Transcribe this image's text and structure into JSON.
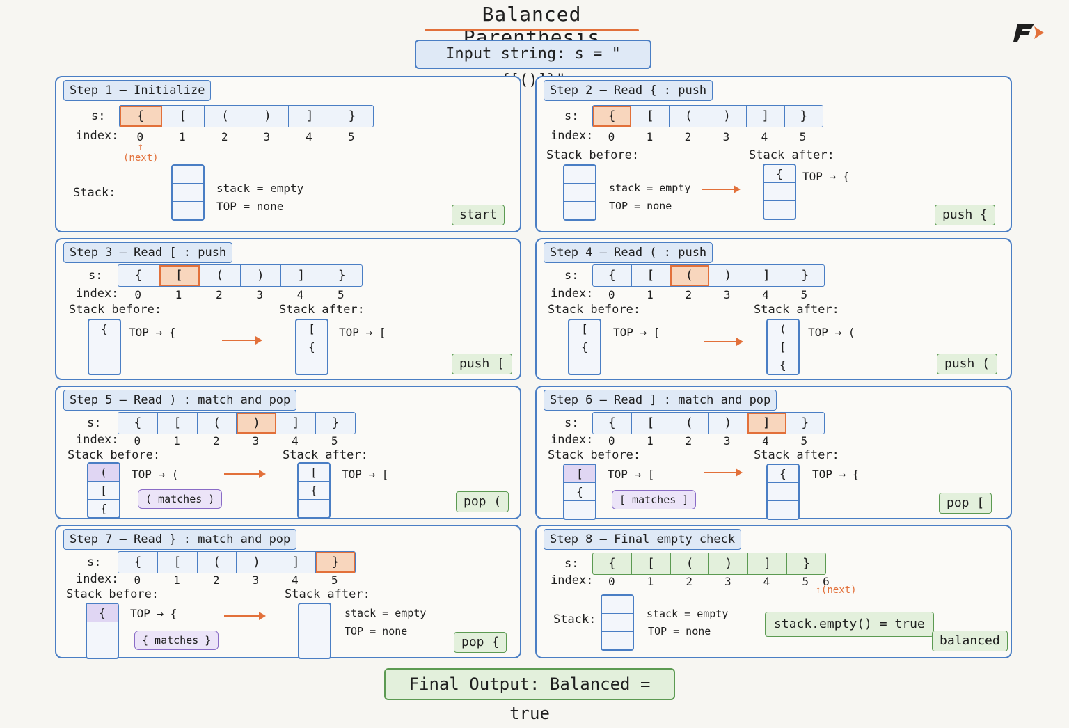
{
  "title": "Balanced Parenthesis",
  "input": "Input string: s = \"{[()]}\"",
  "final_output": "Final Output: Balanced = true",
  "string_chars": [
    "{",
    "[",
    "(",
    ")",
    "]",
    "}"
  ],
  "indices": [
    "0",
    "1",
    "2",
    "3",
    "4",
    "5"
  ],
  "labels": {
    "s": "s:",
    "index": "index:",
    "stack": "Stack:",
    "before": "Stack before:",
    "after": "Stack after:",
    "next": "(next)"
  },
  "steps": [
    {
      "title": "Step 1 — Initialize",
      "hl": 0,
      "badge": "start",
      "status": [
        "stack = empty",
        "TOP = none"
      ]
    },
    {
      "title": "Step 2 — Read { : push",
      "hl": 0,
      "badge": "push {",
      "before_status": [
        "stack = empty",
        "TOP = none"
      ],
      "after": [
        "{"
      ],
      "after_top": "TOP → {"
    },
    {
      "title": "Step 3 — Read [ : push",
      "hl": 1,
      "badge": "push [",
      "before": [
        "{"
      ],
      "before_top": "TOP → {",
      "after": [
        "[",
        "{"
      ],
      "after_top": "TOP → ["
    },
    {
      "title": "Step 4 — Read ( : push",
      "hl": 2,
      "badge": "push (",
      "before": [
        "[",
        "{"
      ],
      "before_top": "TOP → [",
      "after": [
        "(",
        "[",
        "{"
      ],
      "after_top": "TOP → ("
    },
    {
      "title": "Step 5 — Read ) : match and pop",
      "hl": 3,
      "badge": "pop (",
      "before": [
        "(",
        "[",
        "{"
      ],
      "before_top": "TOP → (",
      "match": "( matches )",
      "after": [
        "[",
        "{"
      ],
      "after_top": "TOP → ["
    },
    {
      "title": "Step 6 — Read ] : match and pop",
      "hl": 4,
      "badge": "pop [",
      "before": [
        "[",
        "{"
      ],
      "before_top": "TOP → [",
      "match": "[ matches ]",
      "after": [
        "{"
      ],
      "after_top": "TOP → {"
    },
    {
      "title": "Step 7 — Read } : match and pop",
      "hl": 5,
      "badge": "pop {",
      "before": [
        "{"
      ],
      "before_top": "TOP → {",
      "match": "{ matches }",
      "after_status": [
        "stack = empty",
        "TOP = none"
      ]
    },
    {
      "title": "Step 8 — Final empty check",
      "badge": "balanced",
      "extra_index": "6",
      "status": [
        "stack = empty",
        "TOP = none"
      ],
      "check": "stack.empty() = true"
    }
  ],
  "colors": {
    "blue": "#4a7ec4",
    "orange": "#e2703a",
    "green": "#5c9a52",
    "purple": "#8a6cc6"
  }
}
